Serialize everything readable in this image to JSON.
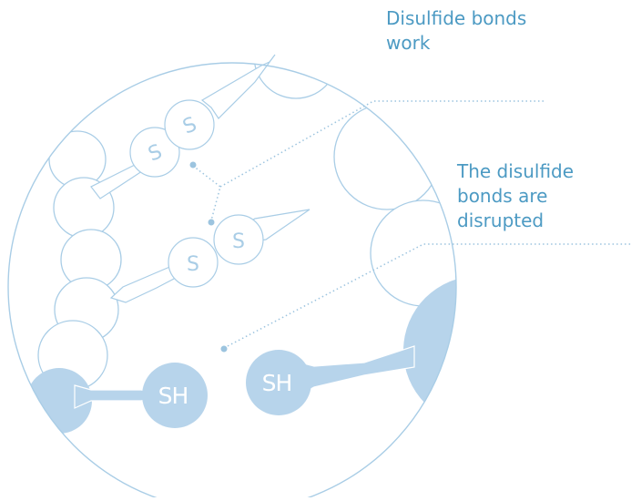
{
  "labels": {
    "bonds_work": [
      "Disulfide bonds",
      "work"
    ],
    "bonds_disrupted": [
      "The disulfide",
      "bonds are",
      "disrupted"
    ]
  },
  "molecule": {
    "sulfur": "S",
    "thiol": "SH"
  },
  "colors": {
    "line": "#a9cde6",
    "fill": "#b7d4eb",
    "text": "#4c9ac3",
    "leader": "#9cc4df",
    "dot": "#9cc4df"
  }
}
